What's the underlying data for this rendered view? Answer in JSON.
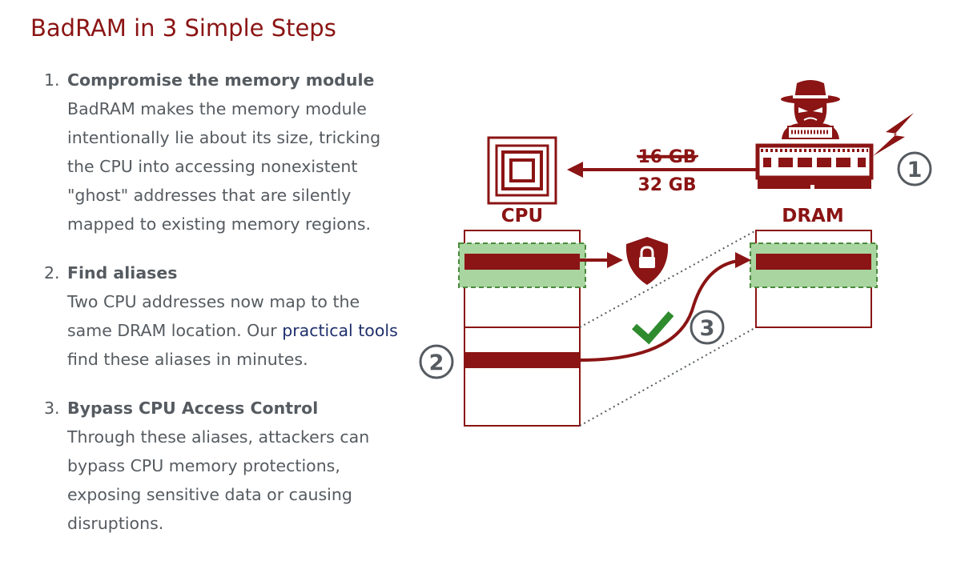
{
  "page": {
    "title": "BadRAM in 3 Simple Steps"
  },
  "steps": [
    {
      "number": "1.",
      "heading": "Compromise the memory module",
      "description": "BadRAM makes the memory module intentionally lie about its size, tricking the CPU into accessing nonexistent \"ghost\" addresses that are silently mapped to existing memory regions."
    },
    {
      "number": "2.",
      "heading": "Find aliases",
      "description_before": "Two CPU addresses now map to the same DRAM location. Our ",
      "link_text": "practical tools",
      "description_after": " find these aliases in minutes."
    },
    {
      "number": "3.",
      "heading": "Bypass CPU Access Control",
      "description": "Through these aliases, attackers can bypass CPU memory protections, exposing sensitive data or causing disruptions."
    }
  ],
  "diagram": {
    "cpu_label": "CPU",
    "dram_label": "DRAM",
    "reported_size_struck": "16 GB",
    "reported_size_fake": "32 GB",
    "step_markers": [
      "1",
      "2",
      "3"
    ],
    "icons": [
      "cpu-chip-icon",
      "hacker-icon",
      "ram-module-icon",
      "lightning-icon",
      "shield-lock-icon",
      "checkmark-icon"
    ]
  },
  "colors": {
    "brand_red": "#8b1414",
    "protected_green": "#a8d5a0",
    "protected_border": "#4a8a3c",
    "check_green": "#2e8b2e",
    "text_gray": "#555b60",
    "link_navy": "#1f2f6b"
  }
}
